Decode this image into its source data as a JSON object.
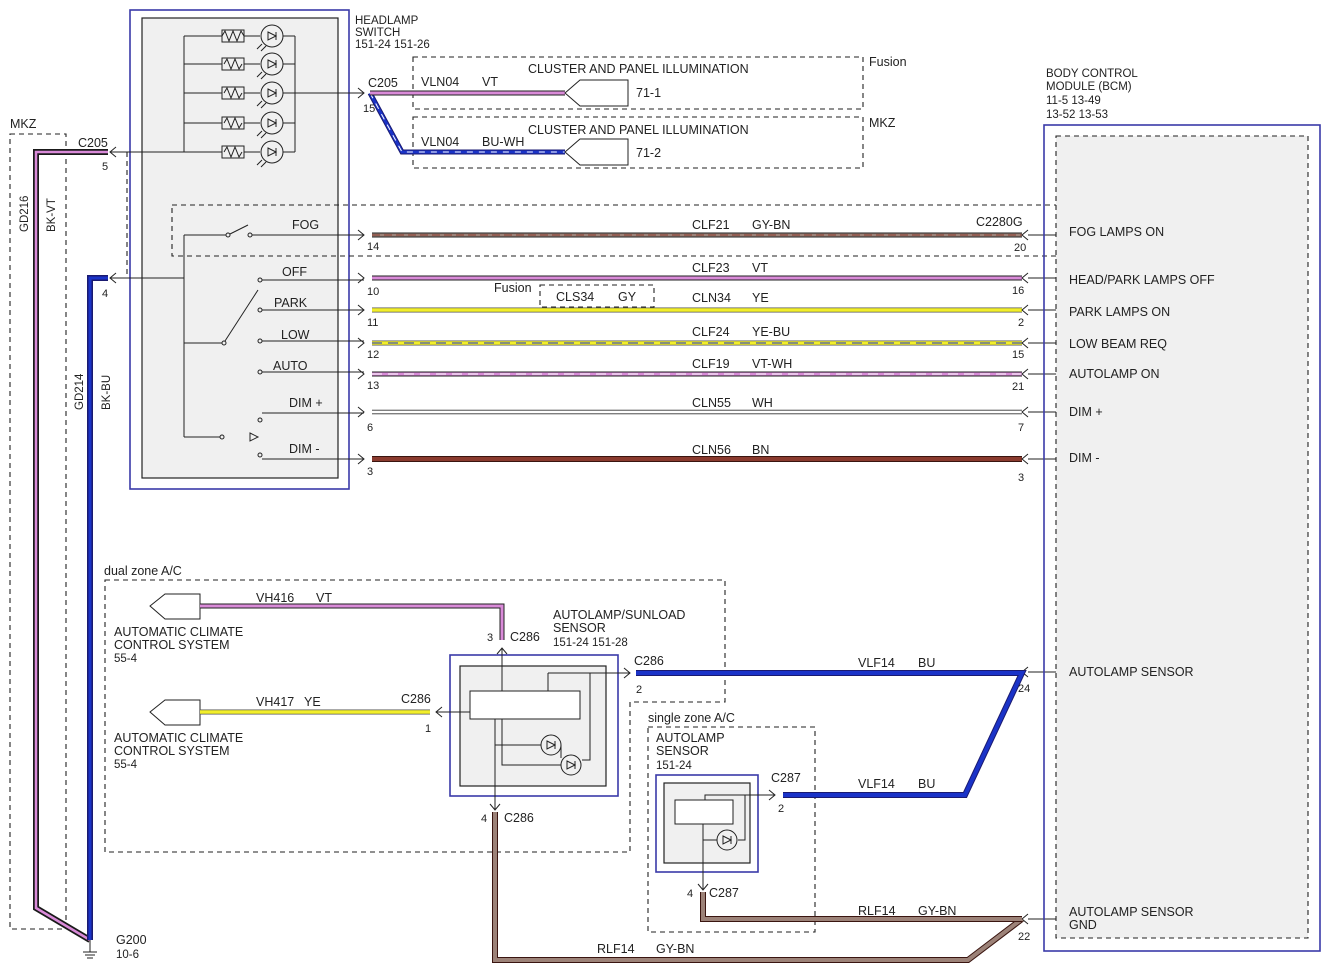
{
  "headlamp_switch": {
    "title1": "HEADLAMP",
    "title2": "SWITCH",
    "ref": "151-24  151-26"
  },
  "bcm": {
    "title1": "BODY CONTROL",
    "title2": "MODULE (BCM)",
    "ref1": "11-5      13-49",
    "ref2": "13-52     13-53"
  },
  "variant_fusion": "Fusion",
  "variant_mkz": "MKZ",
  "cluster": {
    "label": "CLUSTER AND PANEL ILLUMINATION",
    "conn": "C205",
    "pin": "15",
    "w1": {
      "circuit": "VLN04",
      "color": "VT",
      "ref": "71-1"
    },
    "w2": {
      "circuit": "VLN04",
      "color": "BU-WH",
      "ref": "71-2"
    }
  },
  "ground_left": {
    "conn": "C205",
    "pin5": "5",
    "pin4": "4",
    "gd216": "GD216",
    "bkvt": "BK-VT",
    "gd214": "GD214",
    "bkbu": "BK-BU",
    "g200": "G200",
    "g200ref": "10-6"
  },
  "switch_labels": {
    "fog": "FOG",
    "off": "OFF",
    "park": "PARK",
    "low": "LOW",
    "auto": "AUTO",
    "dimp": "DIM +",
    "dimm": "DIM -"
  },
  "fog_conn": "C2280G",
  "cls34": {
    "fusion": "Fusion",
    "circuit": "CLS34",
    "color": "GY"
  },
  "wires": [
    {
      "circuit": "CLF21",
      "color": "GY-BN",
      "pin_l": "14",
      "pin_r": "20",
      "bcm": "FOG LAMPS ON"
    },
    {
      "circuit": "CLF23",
      "color": "VT",
      "pin_l": "10",
      "pin_r": "16",
      "bcm": "HEAD/PARK LAMPS OFF"
    },
    {
      "circuit": "CLN34",
      "color": "YE",
      "pin_l": "11",
      "pin_r": "2",
      "bcm": "PARK LAMPS ON"
    },
    {
      "circuit": "CLF24",
      "color": "YE-BU",
      "pin_l": "12",
      "pin_r": "15",
      "bcm": "LOW BEAM REQ"
    },
    {
      "circuit": "CLF19",
      "color": "VT-WH",
      "pin_l": "13",
      "pin_r": "21",
      "bcm": "AUTOLAMP ON"
    },
    {
      "circuit": "CLN55",
      "color": "WH",
      "pin_l": "6",
      "pin_r": "7",
      "bcm": "DIM +"
    },
    {
      "circuit": "CLN56",
      "color": "BN",
      "pin_l": "3",
      "pin_r": "3",
      "bcm": "DIM -"
    }
  ],
  "dual_zone": {
    "label": "dual zone A/C"
  },
  "acs": {
    "l1": "AUTOMATIC CLIMATE",
    "l2": "CONTROL SYSTEM",
    "ref": "55-4"
  },
  "vh416": {
    "circuit": "VH416",
    "color": "VT"
  },
  "vh417": {
    "circuit": "VH417",
    "color": "YE"
  },
  "sunload": {
    "l1": "AUTOLAMP/SUNLOAD",
    "l2": "SENSOR",
    "ref": "151-24  151-28",
    "conn": "C286",
    "p1": "1",
    "p2": "2",
    "p3": "3",
    "p4": "4"
  },
  "single_zone": {
    "label": "single zone A/C",
    "l1": "AUTOLAMP",
    "l2": "SENSOR",
    "ref": "151-24",
    "conn": "C287",
    "p2": "2",
    "p4": "4"
  },
  "vlf14": {
    "circuit": "VLF14",
    "color": "BU",
    "pin": "24",
    "bcm": "AUTOLAMP SENSOR"
  },
  "rlf14": {
    "circuit": "RLF14",
    "color": "GY-BN",
    "pin": "22",
    "bcm1": "AUTOLAMP SENSOR",
    "bcm2": "GND"
  },
  "colors": {
    "violet": "#d98ad8",
    "blue": "#1a33c8",
    "yellow": "#f2ee2a",
    "brown": "#8a3a2e",
    "gybn": "#9c8278",
    "white": "#ffffff",
    "black": "#1a1a1a",
    "navy": "#1a1a70",
    "vtwh": "#e0a6df"
  }
}
